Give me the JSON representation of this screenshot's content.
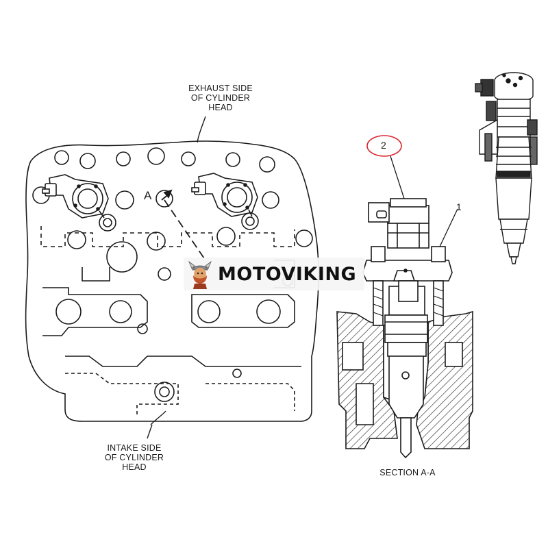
{
  "labels": {
    "exhaust": [
      "EXHAUST SIDE",
      "OF CYLINDER",
      "HEAD"
    ],
    "intake": [
      "INTAKE SIDE",
      "OF CYLINDER",
      "HEAD"
    ],
    "section": "SECTION A-A",
    "view_marker": "A"
  },
  "callouts": {
    "item_1": "1",
    "item_2": "2"
  },
  "watermark": {
    "text": "MOTOVIKING"
  },
  "colors": {
    "line": "#1a1a1a",
    "callout_circle": "#d9272e"
  }
}
